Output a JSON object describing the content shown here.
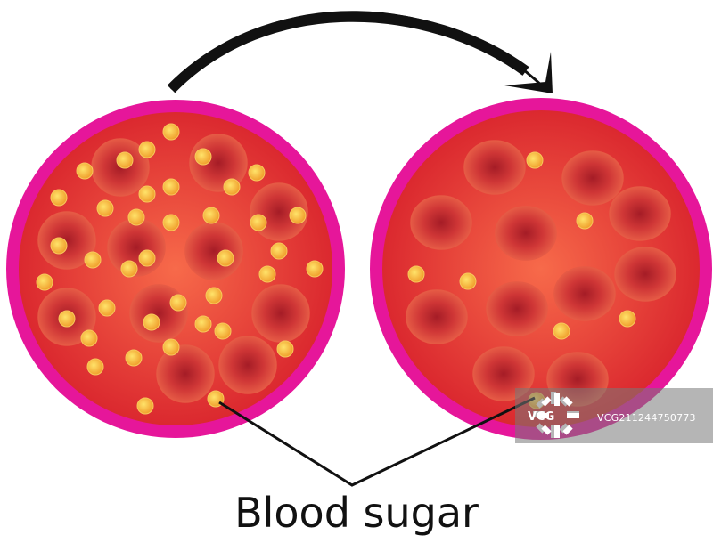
{
  "caption": "Blood sugar",
  "watermark": {
    "logo_text": "VCG",
    "id_text": "VCG211244750773"
  },
  "colors": {
    "rim": "#e6169a",
    "plasma_center": "#f76a4a",
    "plasma_edge": "#d9242e",
    "cell_center": "#b3222b",
    "cell_ring": "#e2503f",
    "glucose": "#f5b83a",
    "arrow": "#111111"
  },
  "icons": [
    "curved-arrow-icon",
    "vcg-logo-icon"
  ]
}
